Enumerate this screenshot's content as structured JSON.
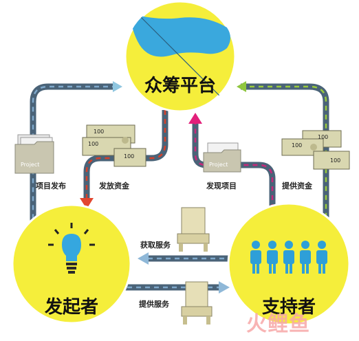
{
  "nodes": {
    "platform": "众筹平台",
    "initiator": "发起者",
    "supporter": "支持者"
  },
  "edges": {
    "project_publish": "项目发布",
    "funds_release": "发放资金",
    "project_discover": "发现项目",
    "funds_provide": "提供资金",
    "service_get": "获取服务",
    "service_provide": "提供服务"
  },
  "props": {
    "project_folder_text": "Project",
    "bill_text": "100"
  },
  "watermark": "火鲤鱼",
  "colors": {
    "circle_yellow": "#f5ee3b",
    "wave_blue": "#3aa8dd",
    "track_dark": "#4a6378",
    "track_dash": "#7fa9cc",
    "arrow_red": "#e2462f",
    "arrow_magenta": "#e21f7a",
    "arrow_green": "#8fc63f",
    "track_magenta": "#c8287a",
    "track_red": "#d6402a",
    "track_green": "#9acb3c",
    "person_blue": "#2e9fd8",
    "bulb_blue": "#35a7df",
    "money_green": "#d9d7b0",
    "chair": "#e6dfb7",
    "watermark": "#f7a8a8"
  }
}
